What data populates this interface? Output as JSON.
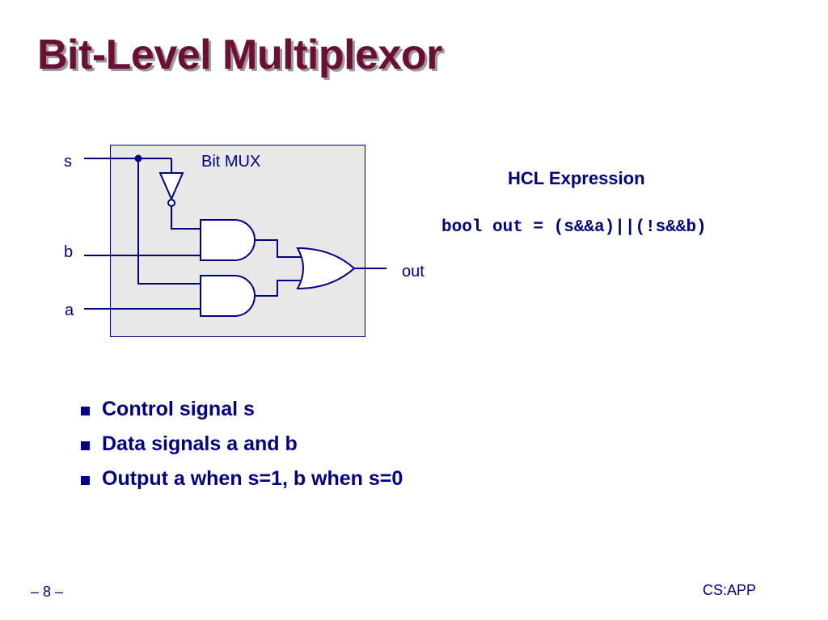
{
  "slide": {
    "title": "Bit-Level Multiplexor"
  },
  "diagram": {
    "box_label": "Bit MUX",
    "input_s": "s",
    "input_b": "b",
    "input_a": "a",
    "output_label": "out",
    "colors": {
      "wire": "#000080",
      "box_fill": "#e8e8e8"
    },
    "components": [
      "not-gate",
      "and-gate-top",
      "and-gate-bottom",
      "or-gate"
    ]
  },
  "hcl": {
    "heading": "HCL Expression",
    "expression": "bool out = (s&&a)||(!s&&b)"
  },
  "bullets": [
    "Control signal s",
    "Data signals a and b",
    "Output a when s=1, b when s=0"
  ],
  "footer": {
    "page": "– 8 –",
    "brand": "CS:APP"
  },
  "colors": {
    "title": "#6b0f35",
    "text": "#000080"
  }
}
